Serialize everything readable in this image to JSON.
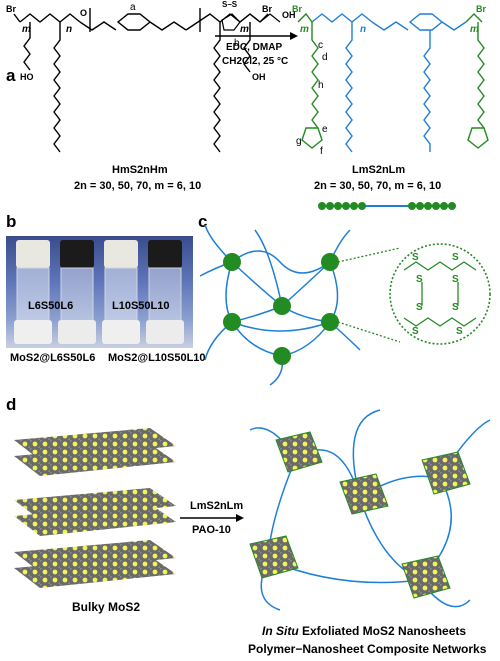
{
  "panels": {
    "a": "a",
    "b": "b",
    "c": "c",
    "d": "d"
  },
  "scheme_a": {
    "reagent_top": "S–S",
    "reagent_line1": "EDC, DMAP",
    "reagent_line2": "CH2Cl2, 25 °C",
    "reactant_name": "HmS2nHm",
    "reactant_cond": "2n = 30, 50, 70, m = 6, 10",
    "product_name": "LmS2nLm",
    "product_cond": "2n = 30, 50, 70, m = 6, 10",
    "atom_labels": [
      "a",
      "b",
      "c",
      "d",
      "h",
      "e",
      "f",
      "g"
    ],
    "end_groups": [
      "Br",
      "Br",
      "Br",
      "Br",
      "HO",
      "OH",
      "OH",
      "O"
    ],
    "subscripts": [
      "m",
      "n",
      "m",
      "m",
      "n",
      "m"
    ]
  },
  "vials": {
    "label1": "L6S50L6",
    "label2": "L10S50L10",
    "caption1": "MoS2@L6S50L6",
    "caption2": "MoS2@L10S50L10"
  },
  "network_c": {
    "zoom_atoms": [
      "S",
      "S",
      "S",
      "S",
      "S",
      "S",
      "S",
      "S"
    ]
  },
  "scheme_d": {
    "left_caption": "Bulky MoS2",
    "arrow_top": "LmS2nLm",
    "arrow_bottom": "PAO-10",
    "caption_line1_italic": "In Situ",
    "caption_line1_rest": " Exfoliated MoS2 Nanosheets",
    "caption_line2": "Polymer−Nanosheet Composite Networks"
  },
  "colors": {
    "green": "#228B22",
    "blue": "#1e7fd8",
    "mos2_gray": "#6a6a6a",
    "mos2_yellow": "#f2f25a"
  }
}
